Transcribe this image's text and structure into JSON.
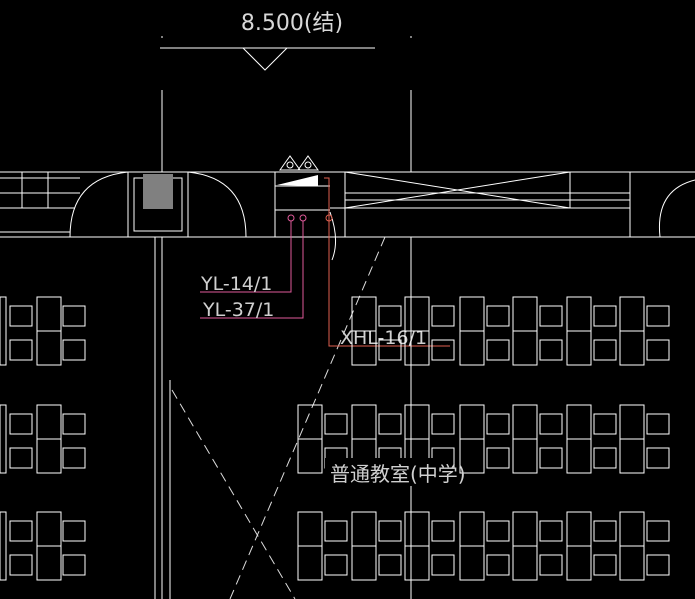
{
  "drawing": {
    "elevation_label": "8.500(结)",
    "room_label": "普通教室(中学)",
    "pipe_labels": [
      "YL-14/1",
      "YL-37/1",
      "XHL-16/1"
    ]
  },
  "colors": {
    "background": "#000000",
    "linework": "#ffffff",
    "pipe_rain": "#e05a9a",
    "pipe_fire": "#e06050",
    "column_fill": "#808080",
    "label_text": "#d0d0d0"
  }
}
